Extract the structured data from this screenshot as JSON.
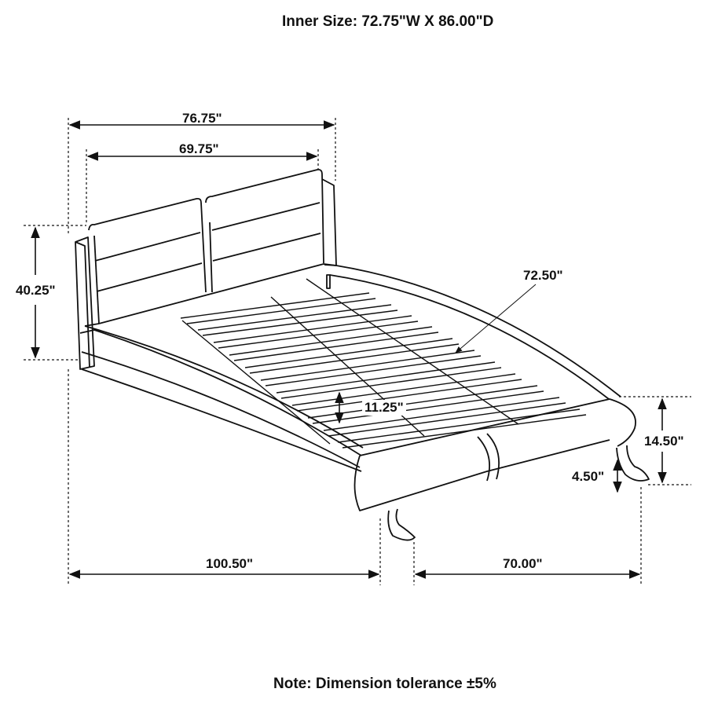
{
  "title": "Inner Size: 72.75\"W X 86.00\"D",
  "note": "Note: Dimension tolerance ±5%",
  "subject": "bed-frame-line-drawing",
  "colors": {
    "line": "#111111",
    "background": "#ffffff"
  },
  "dimensions": {
    "overall_width": "76.75\"",
    "headboard_inner_width": "69.75\"",
    "headboard_height": "40.25\"",
    "slat_length": "72.50\"",
    "rail_height": "11.25\"",
    "footboard_height": "14.50\"",
    "leg_height": "4.50\"",
    "overall_length": "100.50\"",
    "foot_width": "70.00\""
  }
}
